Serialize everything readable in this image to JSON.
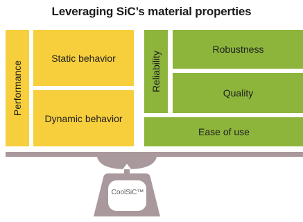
{
  "title": "Leveraging SiC’s material properties",
  "performance": {
    "label": "Performance",
    "items": [
      "Static behavior",
      "Dynamic behavior"
    ]
  },
  "reliability": {
    "label": "Reliability",
    "items": [
      "Robustness",
      "Quality"
    ]
  },
  "ease_of_use": "Ease of use",
  "chip": "CoolSiC™",
  "colors": {
    "performance": "#f7cf3c",
    "reliability": "#8db53c",
    "balance": "#a9999c"
  }
}
